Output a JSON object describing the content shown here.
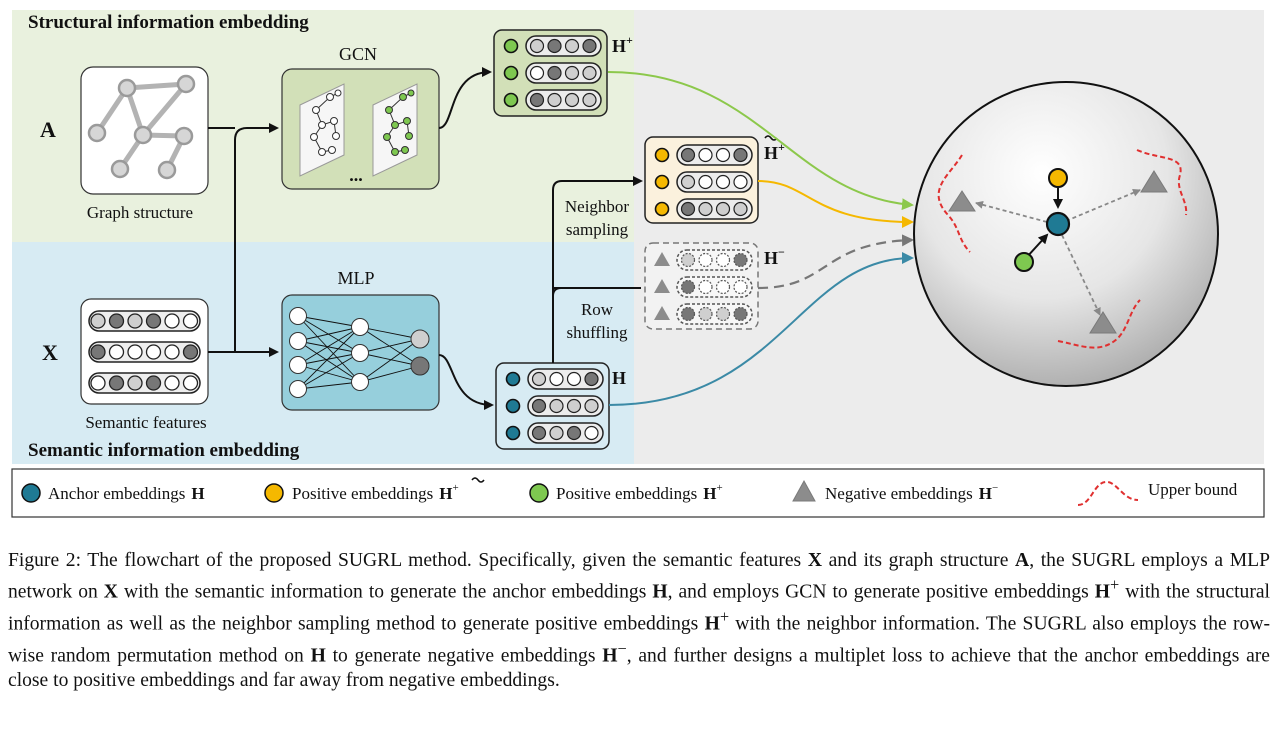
{
  "sections": {
    "structural_title": "Structural information embedding",
    "semantic_title": "Semantic information embedding"
  },
  "inputs": {
    "a_label": "A",
    "x_label": "X",
    "graph_caption": "Graph structure",
    "features_caption": "Semantic features"
  },
  "modules": {
    "gcn": "GCN",
    "mlp": "MLP",
    "ellipsis": "..."
  },
  "operations": {
    "neighbor_line1": "Neighbor",
    "neighbor_line2": "sampling",
    "row_line1": "Row",
    "row_line2": "shuffling"
  },
  "embeddings": {
    "h_plus": "H",
    "h_plus_sup": "+",
    "h_tilde": "H",
    "h_tilde_sup": "+",
    "h_minus": "H",
    "h_minus_sup": "−",
    "h": "H"
  },
  "legend": {
    "anchor": "Anchor embeddings",
    "anchor_sym": "H",
    "pos_tilde": "Positive embeddings",
    "pos_tilde_sym": "H",
    "pos_tilde_sup": "+",
    "pos_plus": "Positive  embeddings",
    "pos_plus_sym": "H",
    "pos_plus_sup": "+",
    "neg": "Negative  embeddings",
    "neg_sym": "H",
    "neg_sup": "−",
    "upper": "Upper bound"
  },
  "colors": {
    "structural_bg": "#e9f1de",
    "semantic_bg": "#d7ebf3",
    "right_bg": "#ececec",
    "gcn_fill": "#d2e0b8",
    "mlp_fill": "#96cfdc",
    "anchor": "#1f7a94",
    "positive_tilde": "#f5b800",
    "positive_plus": "#7ec850",
    "negative": "#8c8c8c",
    "upper_bound": "#e03030",
    "arrow_teal": "#3b8aa6"
  },
  "caption": {
    "s1": "Figure 2: The flowchart of the proposed SUGRL method. Specifically, given the semantic features ",
    "x1": "X",
    "s2": " and its graph structure ",
    "a1": "A",
    "s3": ", the SUGRL employs a MLP network on ",
    "x2": "X",
    "s4": " with the semantic information to generate the anchor embeddings ",
    "h1": "H",
    "s5": ", and employs GCN to generate positive embeddings ",
    "hp": "H",
    "hp_sup": "+",
    "s6": " with the structural information as well as the neighbor sampling method to generate positive embeddings ",
    "ht": "H",
    "ht_sup": "+",
    "s7": " with the neighbor information. The SUGRL also employs the row-wise random permutation method on ",
    "h2": "H",
    "s8": " to generate negative embeddings ",
    "hm": "H",
    "hm_sup": "−",
    "s9": ", and further designs a multiplet loss to achieve that the anchor embeddings are close to positive embeddings and far away from negative embeddings."
  }
}
